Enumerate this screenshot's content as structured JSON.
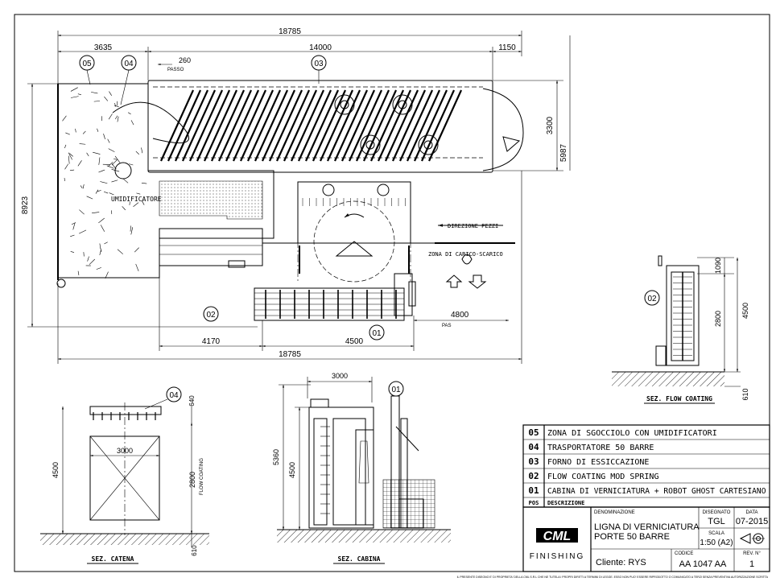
{
  "dimensions": {
    "top_total": "18785",
    "top_left": "3635",
    "top_mid": "14000",
    "top_right": "1150",
    "passo_val": "260",
    "passo_lbl": "PASSO",
    "height_3300": "3300",
    "height_5987": "5987",
    "height_8923": "8923",
    "bottom_4170": "4170",
    "bottom_4500": "4500",
    "bottom_4800": "4800",
    "pas": "PAS",
    "bottom_total": "18785",
    "flow_1090": "1090",
    "flow_2800": "2800",
    "flow_4500": "4500",
    "flow_610": "610",
    "cat_640": "640",
    "cat_3000": "3000",
    "cat_4500": "4500",
    "cat_2800": "2800",
    "cat_flow": "FLOW COATING",
    "cat_610": "610",
    "cab_3000": "3000",
    "cab_5360": "5360",
    "cab_4500": "4500"
  },
  "plan_labels": {
    "umidificatore": "UMIDIFICATORE",
    "direzione": "DIREZIONE PEZZI",
    "zona_carico": "ZONA DI CARICO-SCARICO"
  },
  "balloons": {
    "b05": "05",
    "b04": "04",
    "b03": "03",
    "b02": "02",
    "b01": "01",
    "flow_b02": "02",
    "cat_b04": "04",
    "cab_b01": "01"
  },
  "sections": {
    "flow": "SEZ. FLOW COATING",
    "catena": "SEZ. CATENA",
    "cabina": "SEZ. CABINA"
  },
  "legend": [
    {
      "pos": "05",
      "desc": "ZONA DI SGOCCIOLO CON UMIDIFICATORI"
    },
    {
      "pos": "04",
      "desc": "TRASPORTATORE 50 BARRE"
    },
    {
      "pos": "03",
      "desc": "FORNO DI ESSICCAZIONE"
    },
    {
      "pos": "02",
      "desc": "FLOW COATING MOD SPRING"
    },
    {
      "pos": "01",
      "desc": "CABINA DI VERNICIATURA + ROBOT GHOST CARTESIANO"
    }
  ],
  "legend_header": {
    "pos": "POS",
    "desc": "DESCRIZIONE"
  },
  "title_block": {
    "logo": "CML",
    "finishing": "FINISHING",
    "denominazione_lbl": "DENOMINAZIONE",
    "denominazione_1": "LIGNA DI VERNICIATURA",
    "denominazione_2": "PORTE 50 BARRE",
    "disegnato_lbl": "DISEGNATO",
    "disegnato": "TGL",
    "data_lbl": "DATA",
    "data": "07-2015",
    "scala_lbl": "SCALA",
    "scala": "1:50 (A2)",
    "cliente": "Cliente: RYS",
    "codice_lbl": "CODICE",
    "codice": "AA 1047 AA",
    "rev_lbl": "REV. N°",
    "rev": "1"
  },
  "footer": "IL PRESENTE DISEGNO E' DI PROPRIETA' DELLA CML S.R.L CHE NE TUTELA I PROPRI DIRITTI A TERMINI DI LEGGE. ESSO NON PUO' ESSERE RIPRODOTTO O COMUNICATO A TERZI SENZA PREVENTIVA AUTORIZZAZIONE SCRITTA"
}
